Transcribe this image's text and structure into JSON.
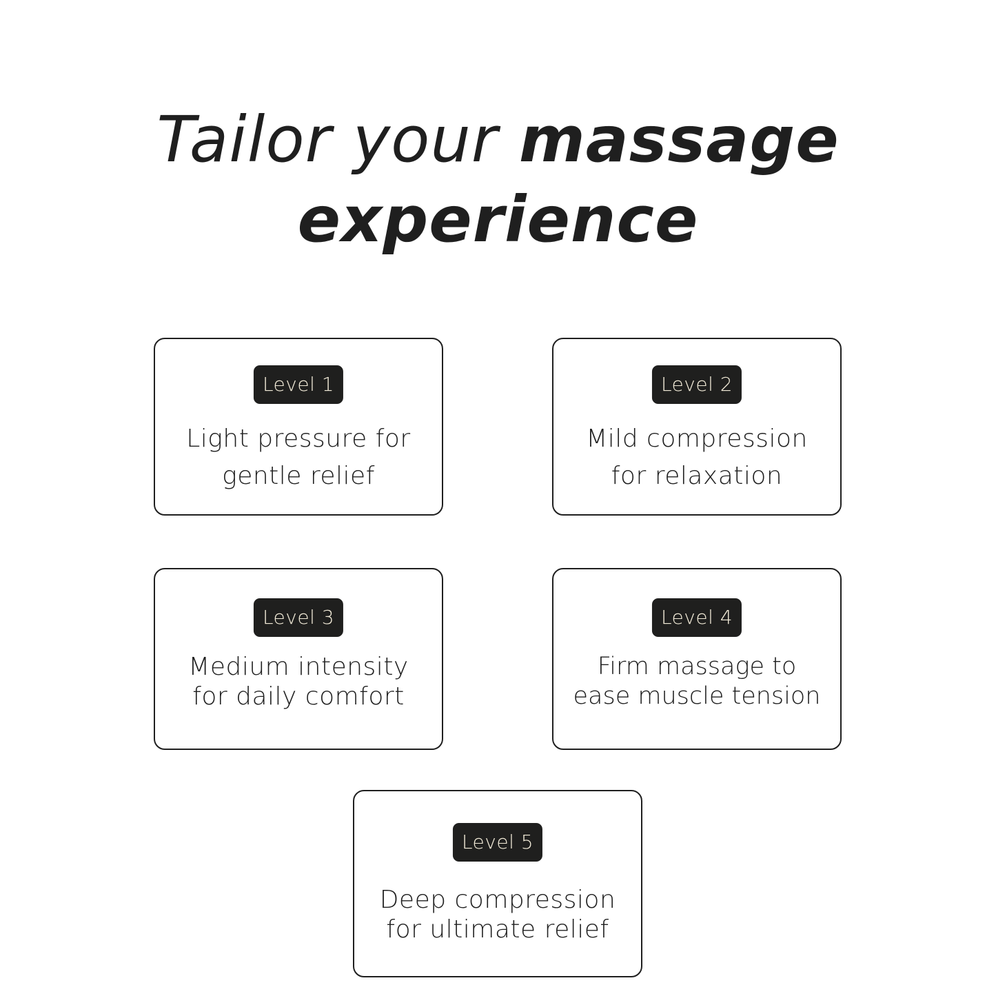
{
  "heading": {
    "line1_regular": "Tailor your ",
    "line1_bold": "massage",
    "line2_bold": "experience"
  },
  "levels": [
    {
      "label": "Level 1",
      "line1": "Light pressure for",
      "line2": "gentle relief"
    },
    {
      "label": "Level 2",
      "line1": "Mild compression",
      "line2": "for relaxation"
    },
    {
      "label": "Level 3",
      "line1": "Medium intensity",
      "line2": "for daily comfort"
    },
    {
      "label": "Level 4",
      "line1": "Firm massage to",
      "line2": "ease muscle tension"
    },
    {
      "label": "Level 5",
      "line1": "Deep compression",
      "line2": "for ultimate relief"
    }
  ],
  "colors": {
    "text": "#1f1f1f",
    "badge_background": "#1f1f1e",
    "badge_text": "#f3ecd9",
    "background": "#ffffff"
  }
}
